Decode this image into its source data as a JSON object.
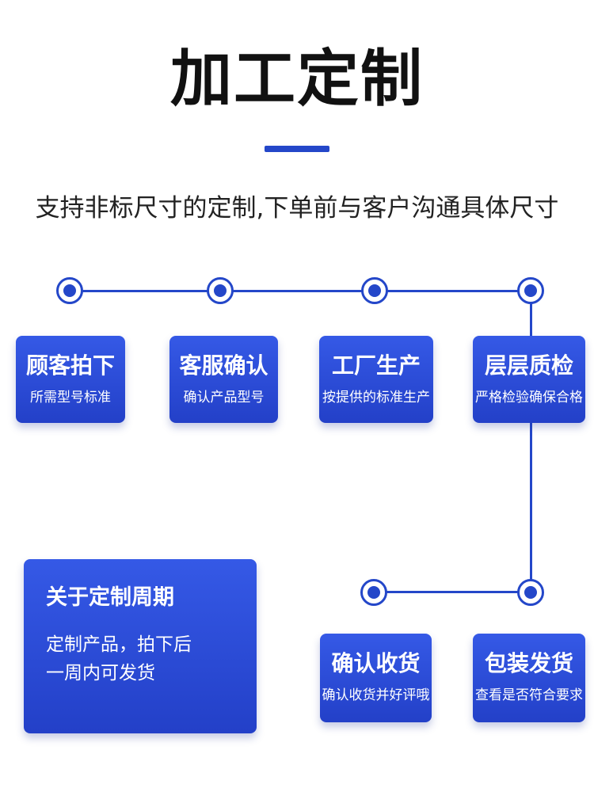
{
  "header": {
    "title": "加工定制",
    "subtitle": "支持非标尺寸的定制,下单前与客户沟通具体尺寸"
  },
  "steps": [
    {
      "title": "顾客拍下",
      "subtitle": "所需型号标准"
    },
    {
      "title": "客服确认",
      "subtitle": "确认产品型号"
    },
    {
      "title": "工厂生产",
      "subtitle": "按提供的标准生产"
    },
    {
      "title": "层层质检",
      "subtitle": "严格检验确保合格"
    },
    {
      "title": "包装发货",
      "subtitle": "查看是否符合要求"
    },
    {
      "title": "确认收货",
      "subtitle": "确认收货并好评哦"
    }
  ],
  "info": {
    "title": "关于定制周期",
    "lines": [
      "定制产品，拍下后",
      "一周内可发货"
    ]
  },
  "colors": {
    "accent": "#2447c9",
    "box": "#2d4fd9",
    "text": "#111111"
  }
}
